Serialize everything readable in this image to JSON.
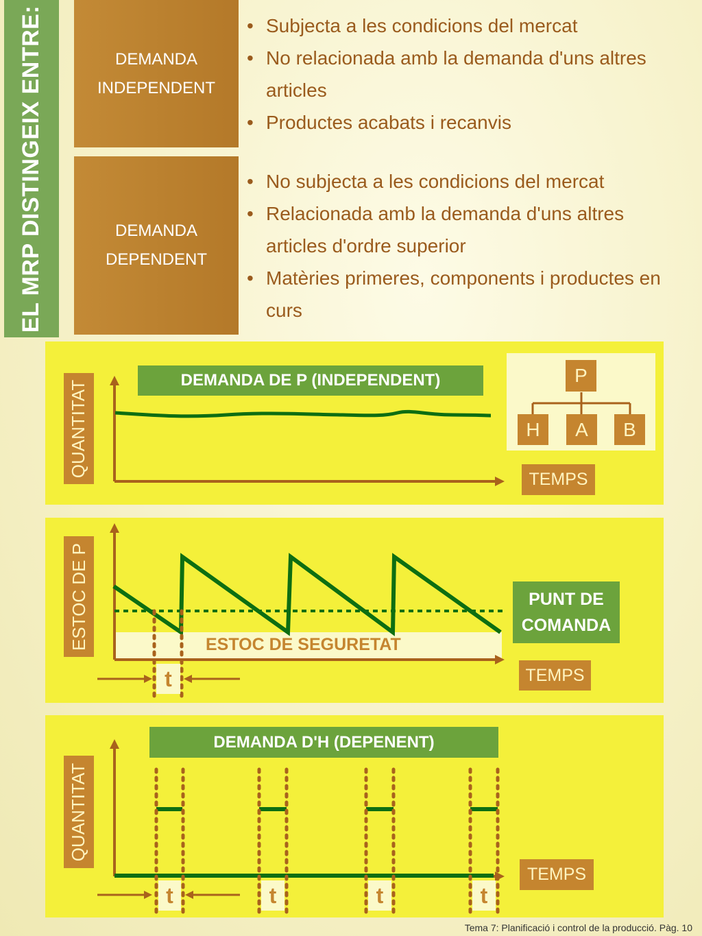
{
  "title": "EL MRP DISTINGEIX ENTRE:",
  "independent": {
    "label_line1": "DEMANDA",
    "label_line2": "INDEPENDENT",
    "bullets": [
      "Subjecta a les condicions del mercat",
      "No relacionada amb la demanda d'uns altres articles",
      "Productes acabats i recanvis"
    ]
  },
  "dependent": {
    "label_line1": "DEMANDA",
    "label_line2": "DEPENDENT",
    "bullets": [
      "No subjecta a les condicions del mercat",
      "Relacionada amb la demanda d'uns altres articles d'ordre superior",
      "Matèries primeres, components i productes en curs"
    ]
  },
  "chart1": {
    "header": "DEMANDA DE P (INDEPENDENT)",
    "ylabel": "QUANTITAT",
    "xlabel": "TEMPS",
    "tree": {
      "root": "P",
      "children": [
        "H",
        "A",
        "B"
      ]
    }
  },
  "chart2": {
    "ylabel": "ESTOC DE P",
    "xlabel": "TEMPS",
    "reorder_point": "PUNT DE COMANDA",
    "safety_stock": "ESTOC DE SEGURETAT",
    "lead_time": "t"
  },
  "chart3": {
    "header": "DEMANDA D'H (DEPENENT)",
    "ylabel": "QUANTITAT",
    "xlabel": "TEMPS",
    "lead_time": "t"
  },
  "footer": "Tema 7: Planificació i control de la producció. Pàg. 10",
  "colors": {
    "green": "#6ca33c",
    "brown": "#c5852f",
    "yellow": "#f4f03a",
    "line": "#0d6e12",
    "axis": "#a9621c"
  }
}
